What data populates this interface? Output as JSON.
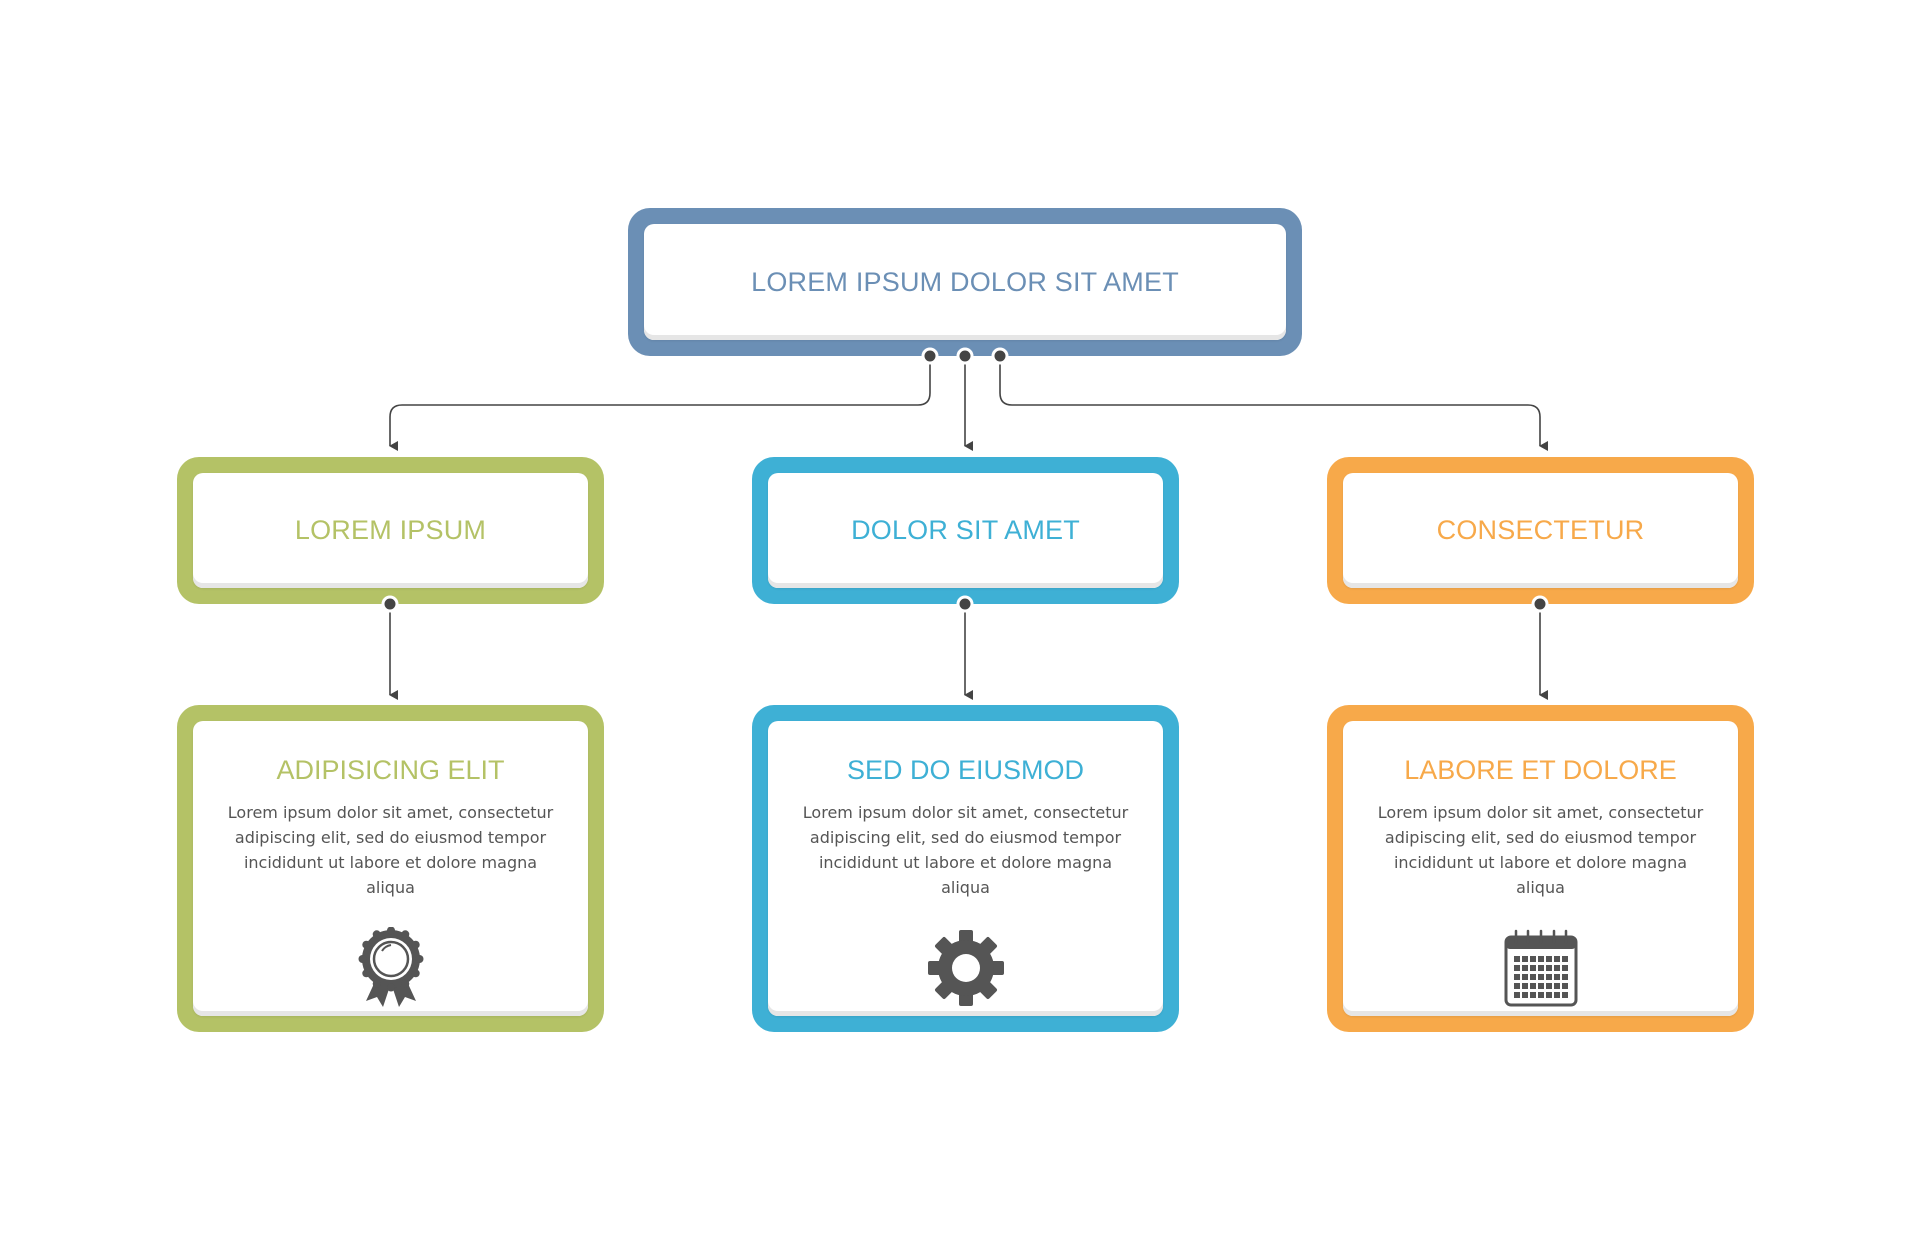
{
  "colors": {
    "root": "#6b8fb5",
    "green": "#b4c266",
    "blue": "#3eb0d5",
    "orange": "#f7a94a",
    "connector": "#444444",
    "body_text": "#555555",
    "icon": "#555555"
  },
  "root": {
    "title": "LOREM IPSUM DOLOR SIT AMET"
  },
  "branches": [
    {
      "title": "LOREM IPSUM",
      "detail_title": "ADIPISICING ELIT",
      "detail_body": "Lorem ipsum dolor sit amet, consectetur adipiscing elit, sed do eiusmod tempor incididunt ut labore et dolore magna aliqua",
      "icon": "award-ribbon-icon",
      "color_key": "green"
    },
    {
      "title": "DOLOR SIT AMET",
      "detail_title": "SED DO EIUSMOD",
      "detail_body": "Lorem ipsum dolor sit amet, consectetur adipiscing elit, sed do eiusmod tempor incididunt ut labore et dolore magna aliqua",
      "icon": "gear-icon",
      "color_key": "blue"
    },
    {
      "title": "CONSECTETUR",
      "detail_title": "LABORE ET DOLORE",
      "detail_body": "Lorem ipsum dolor sit amet, consectetur adipiscing elit, sed do eiusmod tempor incididunt ut labore et dolore magna aliqua",
      "icon": "calendar-icon",
      "color_key": "orange"
    }
  ]
}
